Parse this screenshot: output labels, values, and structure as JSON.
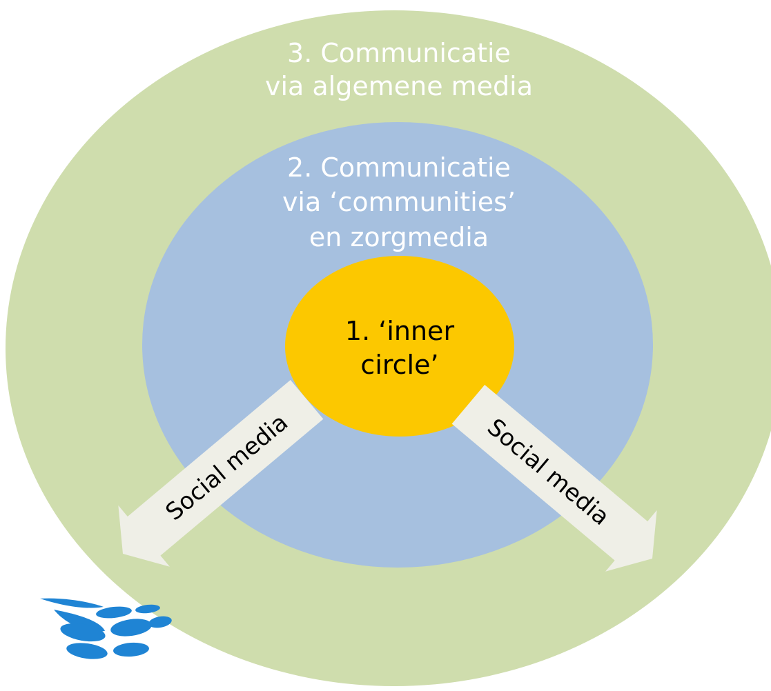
{
  "diagram": {
    "outer_ring": {
      "line1": "3. Communicatie",
      "line2": "via algemene media",
      "color": "#cfddad"
    },
    "middle_ring": {
      "line1": "2. Communicatie",
      "line2": "via ‘communities’",
      "line3": "en zorgmedia",
      "color": "#a6c0df"
    },
    "inner_circle": {
      "line1": "1. ‘inner",
      "line2": "circle’",
      "color": "#fcc800"
    },
    "arrow_left": {
      "label": "Social media",
      "color": "#efefe7"
    },
    "arrow_right": {
      "label": "Social media",
      "color": "#efefe7"
    },
    "logo": {
      "icon": "waterdrops-logo-icon",
      "color": "#1f84d4"
    }
  }
}
